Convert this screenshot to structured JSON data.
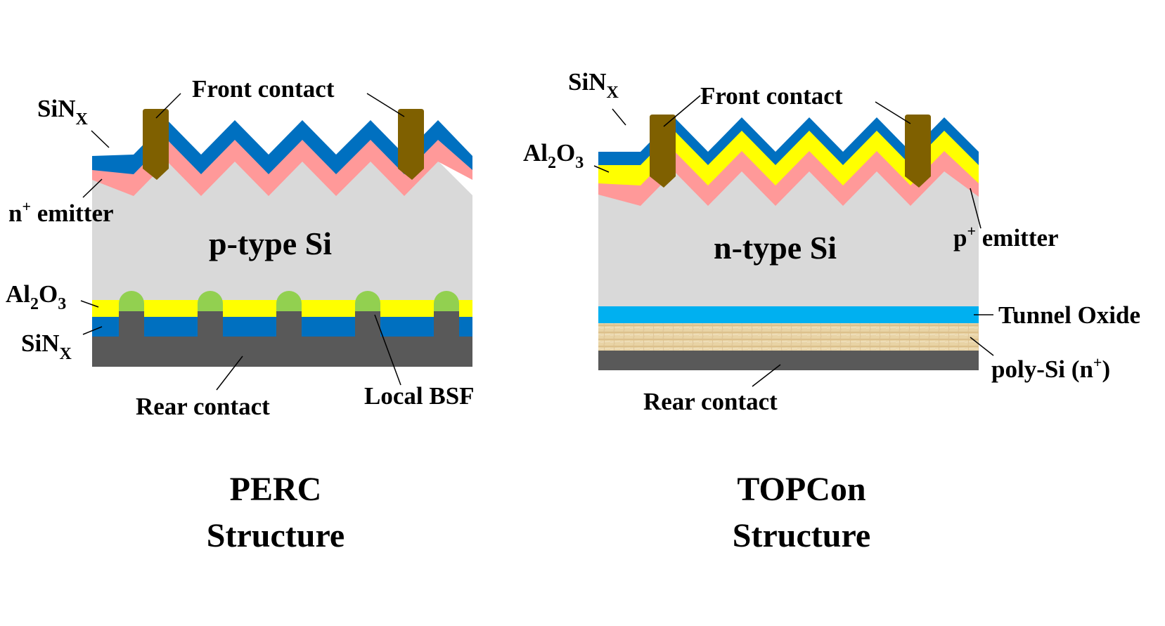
{
  "perc": {
    "labels": {
      "front_contact": "Front contact",
      "sinx_top_main": "SiN",
      "sinx_top_sub": "X",
      "n_emitter_sup": "n",
      "n_emitter_plus": "+",
      "n_emitter_rest": " emitter",
      "bulk": "p-type Si",
      "al2o3_a": "Al",
      "al2o3_b": "2",
      "al2o3_c": "O",
      "al2o3_d": "3",
      "sinx_bottom_main": "SiN",
      "sinx_bottom_sub": "X",
      "rear_contact": "Rear contact",
      "local_bsf": "Local BSF"
    },
    "caption_line1": "PERC",
    "caption_line2": "Structure"
  },
  "topcon": {
    "labels": {
      "sinx_main": "SiN",
      "sinx_sub": "X",
      "front_contact": "Front contact",
      "al2o3_a": "Al",
      "al2o3_b": "2",
      "al2o3_c": "O",
      "al2o3_d": "3",
      "p_emitter_main": "p",
      "p_emitter_plus": "+",
      "p_emitter_rest": " emitter",
      "bulk": "n-type Si",
      "tunnel_oxide": "Tunnel Oxide",
      "poly_si_a": "poly-Si (n",
      "poly_si_plus": "+",
      "poly_si_c": ")",
      "rear_contact": "Rear contact"
    },
    "caption_line1": "TOPCon",
    "caption_line2": "Structure"
  },
  "colors": {
    "silicon": "#d9d9d9",
    "sinx": "#0070c0",
    "emitter": "#ff9999",
    "al2o3": "#ffff00",
    "front_contact": "#7f6000",
    "rear_contact": "#595959",
    "local_bsf": "#92d050",
    "tunnel_oxide": "#00b0f0",
    "poly_si": "#e8d3a5"
  }
}
